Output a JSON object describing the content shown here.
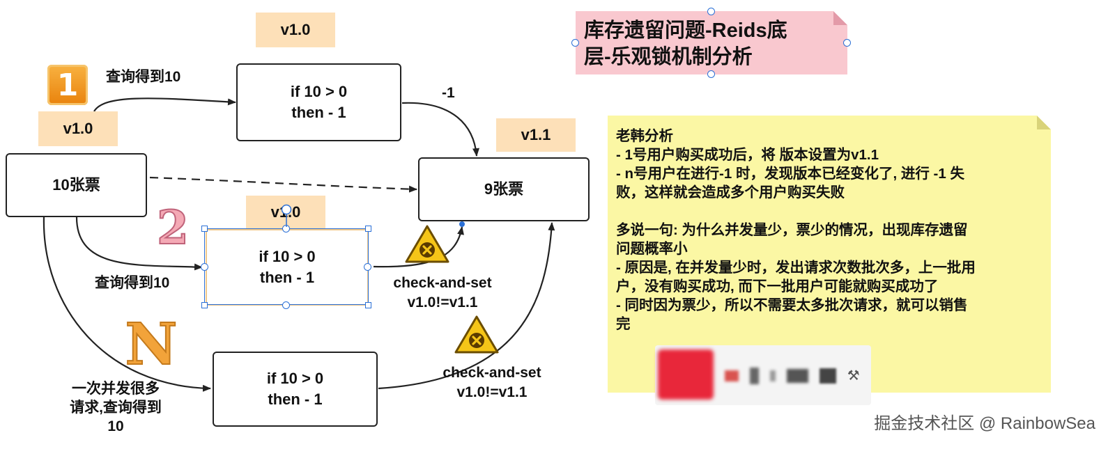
{
  "title": {
    "lines": [
      "库存遗留问题-Reids底",
      "层-乐观锁机制分析"
    ]
  },
  "badges": {
    "one": "1",
    "two": "2",
    "n": "N"
  },
  "versions": {
    "top": "v1.0",
    "left": "v1.0",
    "right": "v1.1",
    "middle": "v1.0"
  },
  "boxes": {
    "start": "10张票",
    "result": "9张票",
    "top": {
      "line1": "if 10 > 0",
      "line2": "then - 1"
    },
    "middle": {
      "line1": "if 10 > 0",
      "line2": "then - 1"
    },
    "bottom": {
      "line1": "if 10 > 0",
      "line2": "then - 1"
    }
  },
  "labels": {
    "query1": "查询得到10",
    "minus_one": "-1",
    "query2": "查询得到10",
    "cas1_line1": "check-and-set",
    "cas1_line2": "v1.0!=v1.1",
    "cas2_line1": "check-and-set",
    "cas2_line2": "v1.0!=v1.1",
    "concurrent_line1": "一次并发很多",
    "concurrent_line2": "请求,查询得到",
    "concurrent_line3": "10"
  },
  "note": {
    "lines": [
      "老韩分析",
      "- 1号用户购买成功后，将 版本设置为v1.1",
      "- n号用户在进行-1 时，发现版本已经变化了, 进行 -1 失",
      "败，这样就会造成多个用户购买失败",
      "",
      "多说一句: 为什么并发量少，票少的情况，出现库存遗留",
      "问题概率小",
      "- 原因是, 在并发量少时，发出请求次数批次多，上一批用",
      "户，没有购买成功, 而下一批用户可能就购买成功了",
      "- 同时因为票少，所以不需要太多批次请求，就可以销售",
      "完"
    ]
  },
  "watermark": "掘金技术社区 @ RainbowSea",
  "colors": {
    "version_tag": "#fde0b8",
    "note_bg": "#fbf7a4",
    "title_bg": "#f9c8cf",
    "badge_one": "#f39a1a",
    "badge_n": "#f2a33a",
    "warning": "#f5c518",
    "selection": "#2a6fd6"
  }
}
